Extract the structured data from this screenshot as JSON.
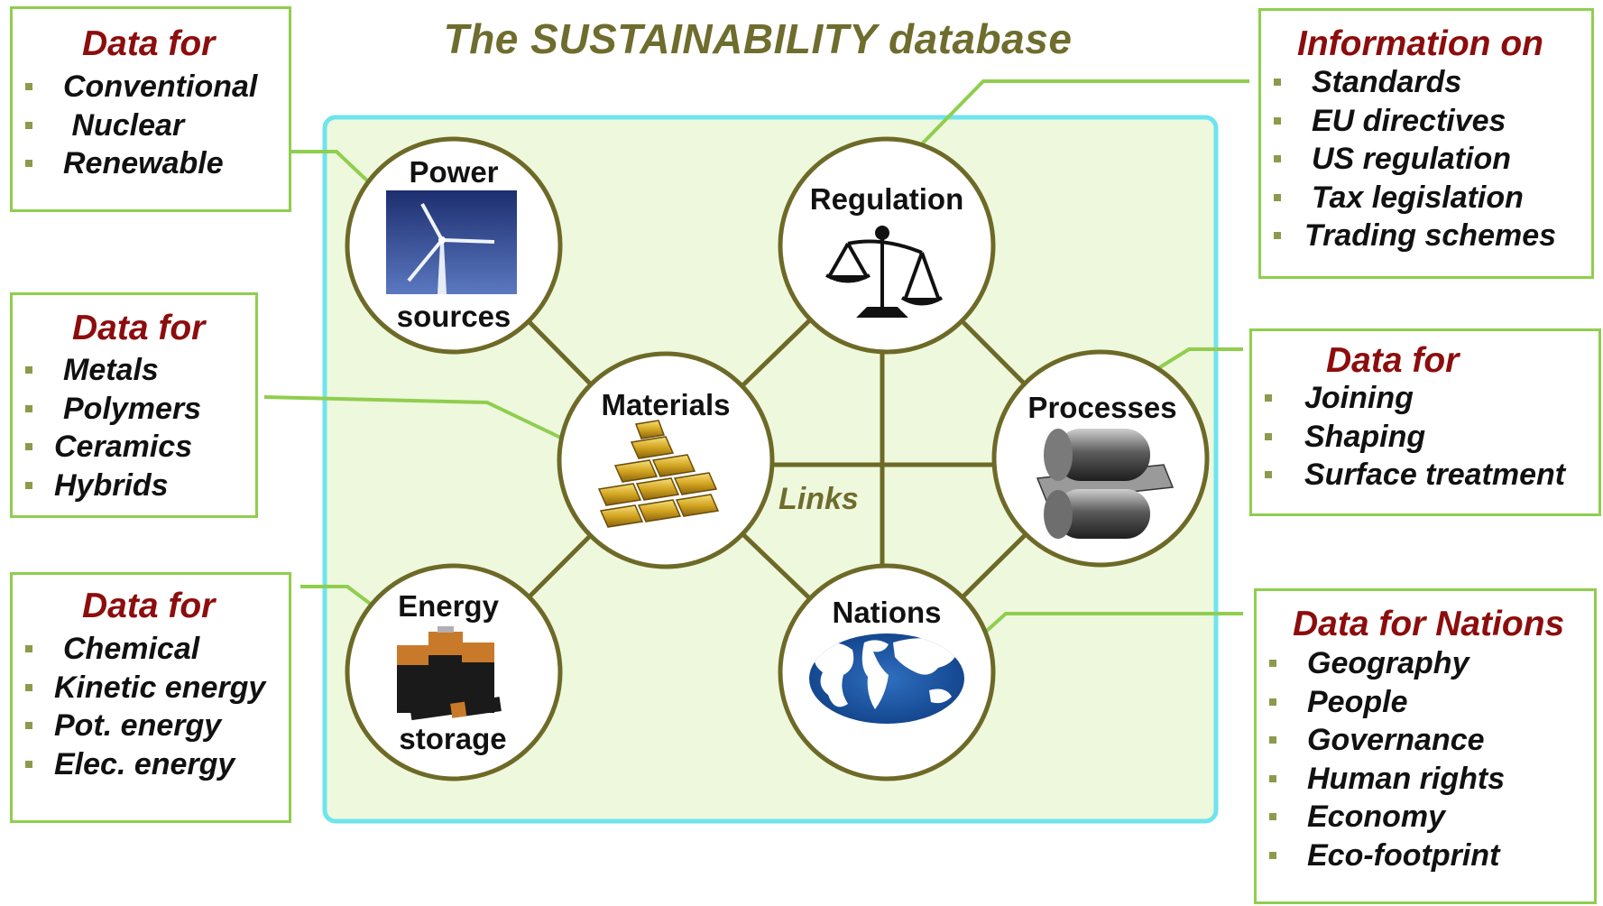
{
  "title": "The  SUSTAINABILITY database",
  "links_label": "Links",
  "colors": {
    "title": "#6e6d2e",
    "heading": "#8c0d0d",
    "box_border": "#8fce4e",
    "panel_border": "#6ee4ee",
    "panel_fill": "#eef8dd",
    "circle_border": "#6d6a28",
    "connector": "#6d6a28",
    "callout_line": "#8fce4e",
    "bullet": "#8d9a4c"
  },
  "nodes": {
    "power": {
      "top": "Power",
      "bottom": "sources",
      "image": "wind-turbine-icon"
    },
    "regulation": {
      "top": "Regulation",
      "image": "scales-of-justice-icon"
    },
    "materials": {
      "top": "Materials",
      "image": "gold-bars-icon"
    },
    "processes": {
      "top": "Processes",
      "image": "steel-rollers-icon"
    },
    "energy": {
      "top": "Energy",
      "bottom": "storage",
      "image": "batteries-icon"
    },
    "nations": {
      "top": "Nations",
      "image": "world-map-icon"
    }
  },
  "boxes": {
    "power": {
      "heading": "Data for",
      "items": [
        "Conventional",
        " Nuclear",
        "Renewable"
      ]
    },
    "materials": {
      "heading": "Data for",
      "items": [
        "Metals",
        "Polymers",
        "Ceramics",
        "Hybrids"
      ]
    },
    "energy": {
      "heading": "Data for",
      "items": [
        "Chemical",
        "Kinetic energy",
        "Pot. energy",
        "Elec. energy"
      ]
    },
    "regulation": {
      "heading": "Information on",
      "items": [
        "Standards",
        "EU directives",
        "US regulation",
        "Tax legislation",
        "Trading schemes"
      ]
    },
    "processes": {
      "heading": "Data for",
      "items": [
        "Joining",
        "Shaping",
        "Surface treatment"
      ]
    },
    "nations": {
      "heading": "Data for Nations",
      "items": [
        "Geography",
        "People",
        "Governance",
        "Human rights",
        "Economy",
        "Eco-footprint"
      ]
    }
  }
}
